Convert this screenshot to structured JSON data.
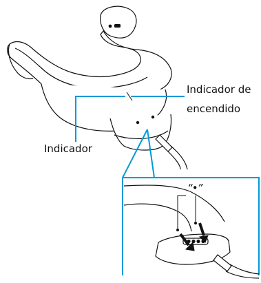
{
  "labels": {
    "power_indicator_line1": "Indicador de",
    "power_indicator_line2": "encendido",
    "indicator": "Indicador",
    "dot_mark": "“•”"
  },
  "colors": {
    "ink": "#111111",
    "callout": "#0099d8"
  }
}
